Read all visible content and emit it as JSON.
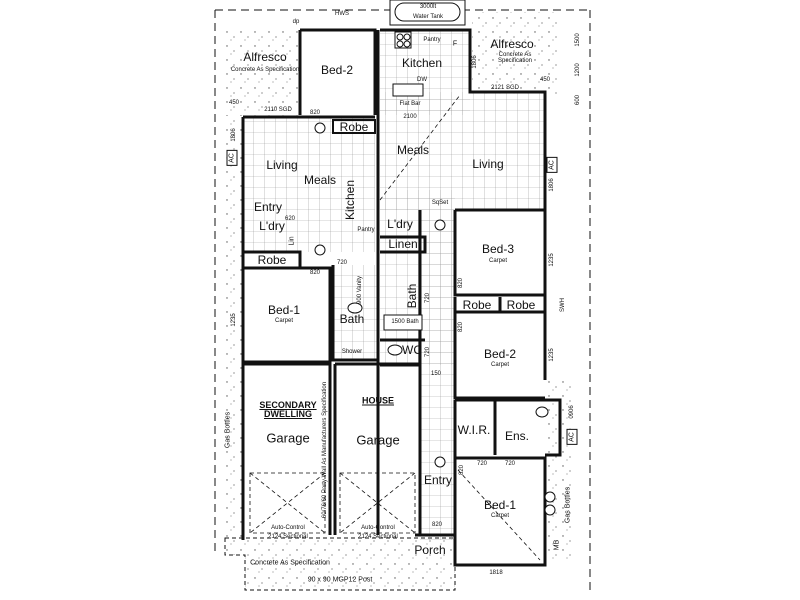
{
  "site": {
    "water_tank": {
      "capacity": "3000lt",
      "label": "Water Tank"
    },
    "hws": "HWS",
    "dp": "dp",
    "concrete": "Concrete As Specification",
    "post": "90 x 90 MGP12 Post",
    "gas_bottles": "Gas Bottles",
    "mb": "MB",
    "ac": "AC",
    "swh": "SWH"
  },
  "secondary_dwelling": {
    "title": "SECONDARY DWELLING",
    "rooms": {
      "alfresco": "Alfresco",
      "alfresco_note": "Concrete As Specification",
      "bed2": "Bed-2",
      "robe_top": "Robe",
      "living": "Living",
      "meals": "Meals",
      "kitchen": "Kitchen",
      "pantry": "Pantry",
      "entry": "Entry",
      "lndry": "L'dry",
      "lin": "Lin",
      "robe": "Robe",
      "bed1": "Bed-1",
      "bed1_floor": "Carpet",
      "bath": "Bath",
      "shower": "Shower",
      "vanity": "900 Vanity",
      "garage": "Garage",
      "garage_door_1": "Auto-Control",
      "garage_door_2": "2124 Sectional",
      "party_wall": "60/76/60 Party Wall As Manufacturers Specification",
      "porch": "Porch"
    },
    "dims": {
      "sgd": "2110 SGD",
      "d450": "450",
      "d820": "820",
      "d720": "720",
      "d620": "620",
      "d1806": "1806",
      "d1235": "1235"
    }
  },
  "house": {
    "title": "HOUSE",
    "rooms": {
      "kitchen": "Kitchen",
      "pantry": "Pantry",
      "f": "F",
      "flat_bar": "Flat Bar",
      "dw": "DW",
      "alfresco": "Alfresco",
      "alfresco_note": "Concrete As Specification",
      "meals": "Meals",
      "living": "Living",
      "lndry": "L'dry",
      "sqset": "SqSet",
      "linen": "Linen",
      "bath": "Bath",
      "bath_tub": "1500 Bath",
      "wc": "WC",
      "bed3": "Bed-3",
      "bed3_floor": "Carpet",
      "robe1": "Robe",
      "robe2": "Robe",
      "bed2": "Bed-2",
      "bed2_floor": "Carpet",
      "wir": "W.I.R.",
      "ens": "Ens.",
      "bed1": "Bed-1",
      "bed1_floor": "Carpet",
      "garage": "Garage",
      "garage_door_1": "Auto-Control",
      "garage_door_2": "2124 Sectional",
      "entry": "Entry",
      "porch": "Porch"
    },
    "dims": {
      "sgd": "2121 SGD",
      "d2100": "2100",
      "d1806": "1806",
      "d1818": "1818",
      "d1235": "1235",
      "d820": "820",
      "d720": "720",
      "d150": "150",
      "d450": "450",
      "d0906": "0906",
      "d600": "600",
      "d1200": "1200",
      "d1500": "1500"
    }
  }
}
